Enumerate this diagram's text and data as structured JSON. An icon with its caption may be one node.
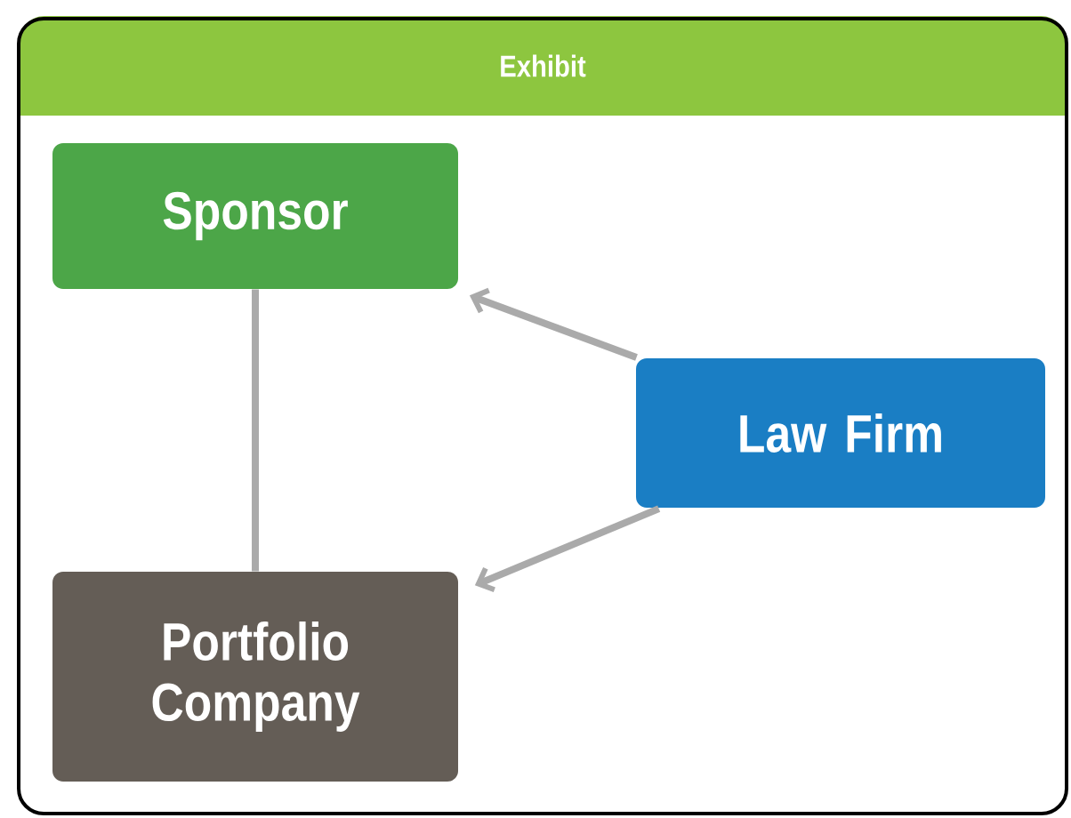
{
  "diagram": {
    "nodes": [
      {
        "text": [
          "Exhibit"
        ]
      },
      {
        "text": [
          "Sponsor"
        ],
        "in": 0
      },
      {
        "text": [
          "Law Firm"
        ],
        "in": 0
      },
      {
        "text": [
          "Portfolio Company"
        ],
        "in": 0
      }
    ],
    "edges": [
      {
        "from": 1,
        "to": 3,
        "arrow": "none"
      },
      {
        "from": 2,
        "to": 1,
        "arrow": "to"
      },
      {
        "from": 2,
        "to": 3,
        "arrow": "to"
      }
    ]
  }
}
